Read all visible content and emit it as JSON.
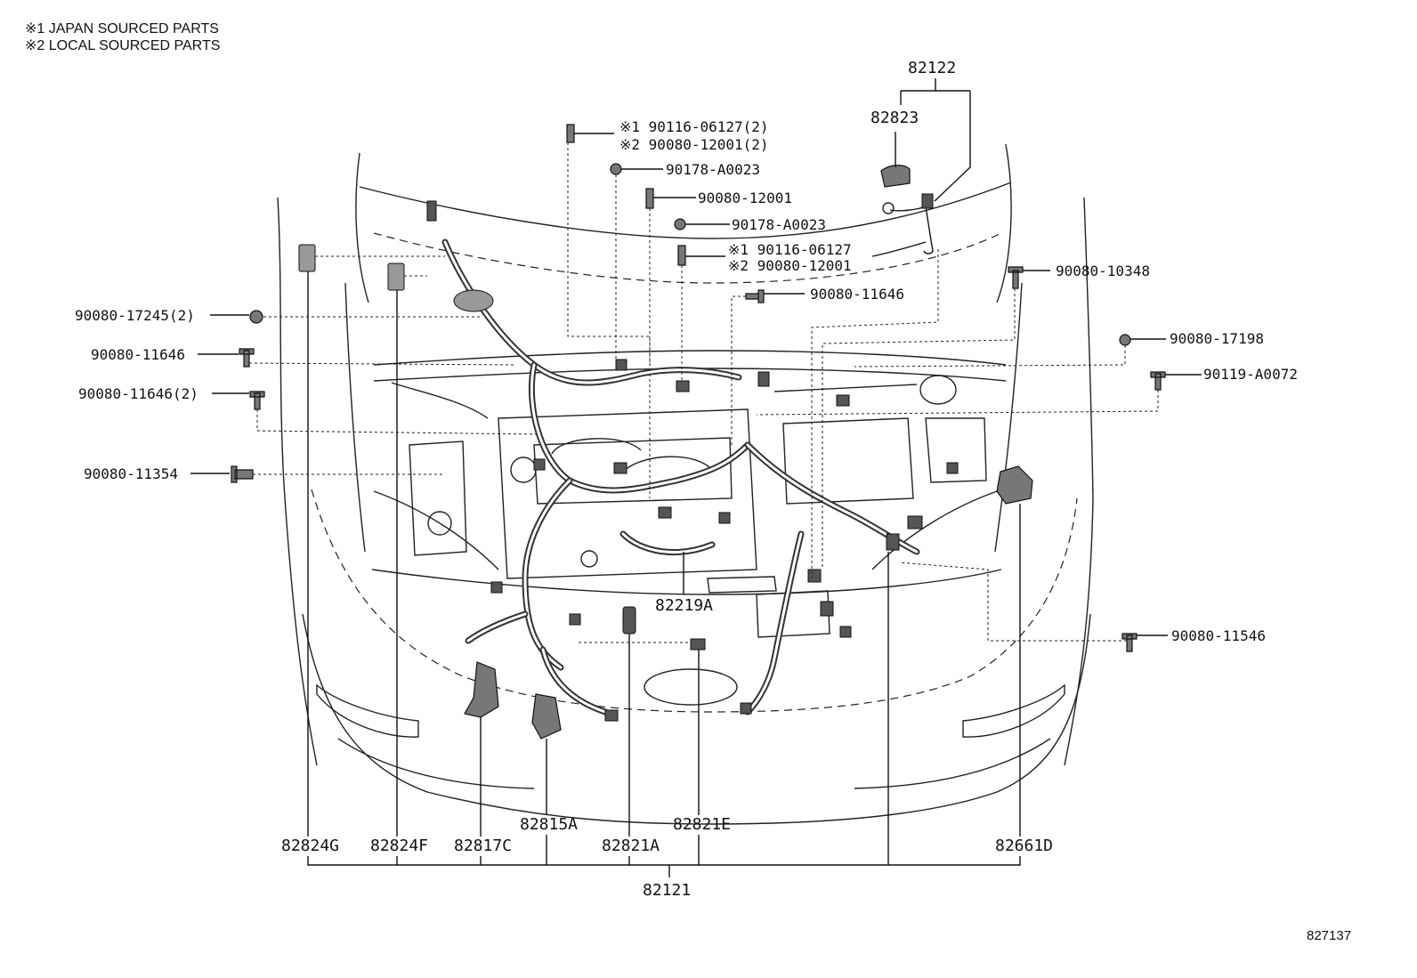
{
  "legend": {
    "japan": "※1 JAPAN SOURCED PARTS",
    "local": "※2 LOCAL SOURCED PARTS"
  },
  "callouts": {
    "c_82122": "82122",
    "c_82823": "82823",
    "c_top_bolt_1": "※1 90116-06127(2)",
    "c_top_bolt_2": "※2 90080-12001(2)",
    "c_nut_a": "90178-A0023",
    "c_stud": "90080-12001",
    "c_nut_b": "90178-A0023",
    "c_bolt_1": "※1 90116-06127",
    "c_bolt_2": "※2 90080-12001",
    "c_11646_center": "90080-11646",
    "c_10348": "90080-10348",
    "c_17245": "90080-17245(2)",
    "c_11646_left": "90080-11646",
    "c_11646_left2": "90080-11646(2)",
    "c_17198": "90080-17198",
    "c_A0072": "90119-A0072",
    "c_11354": "90080-11354",
    "c_82219A": "82219A",
    "c_11546": "90080-11546",
    "c_82815A": "82815A",
    "c_82821E": "82821E",
    "c_82824G": "82824G",
    "c_82824F": "82824F",
    "c_82817C": "82817C",
    "c_82821A": "82821A",
    "c_82661D": "82661D",
    "c_82121": "82121"
  },
  "footer": {
    "diagram_number": "827137"
  }
}
